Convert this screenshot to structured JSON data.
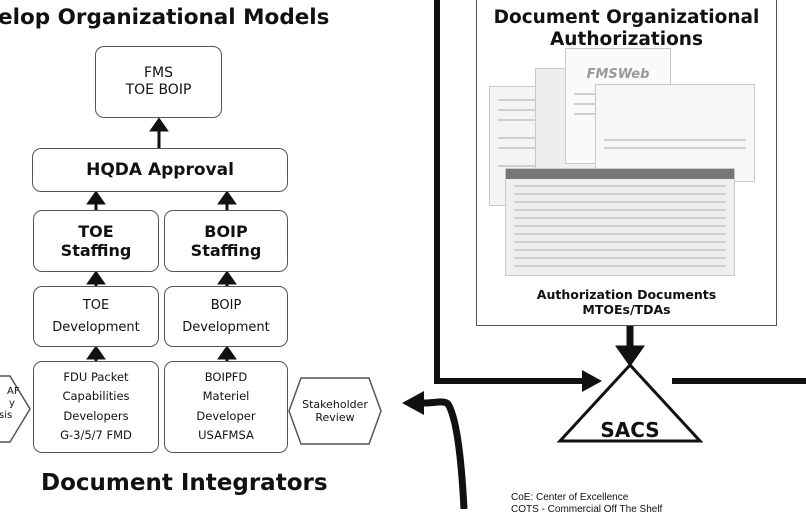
{
  "left": {
    "title": "elop Organizational Models",
    "fms": {
      "line1": "FMS",
      "line2": "TOE  BOIP"
    },
    "hqda": "HQDA Approval",
    "toe_staffing": {
      "line1": "TOE",
      "line2": "Staffing"
    },
    "boip_staffing": {
      "line1": "BOIP",
      "line2": "Staffing"
    },
    "toe_dev": {
      "line1": "TOE",
      "line2": "Development"
    },
    "boip_dev": {
      "line1": "BOIP",
      "line2": "Development"
    },
    "fdu": {
      "line1": "FDU Packet",
      "line2": "Capabilities",
      "line3": "Developers",
      "line4": "G-3/5/7 FMD"
    },
    "boipfd": {
      "line1": "BOIPFD",
      "line2": "Materiel",
      "line3": "Developer",
      "line4": "USAFMSA"
    },
    "partial": {
      "line1": "AF",
      "line2": "y",
      "line3": "sis"
    },
    "stakeholder": {
      "line1": "Stakeholder",
      "line2": "Review"
    },
    "integrators": "Document Integrators"
  },
  "right": {
    "title_line1": "Document Organizational",
    "title_line2": "Authorizations",
    "fmsweb": "FMSWeb",
    "auth_line1": "Authorization Documents",
    "auth_line2": "MTOEs/TDAs",
    "sacs": "SACS"
  },
  "glossary": {
    "line1": "CoE:  Center of Excellence",
    "line2": "COTS - Commercial Off The Shelf"
  }
}
